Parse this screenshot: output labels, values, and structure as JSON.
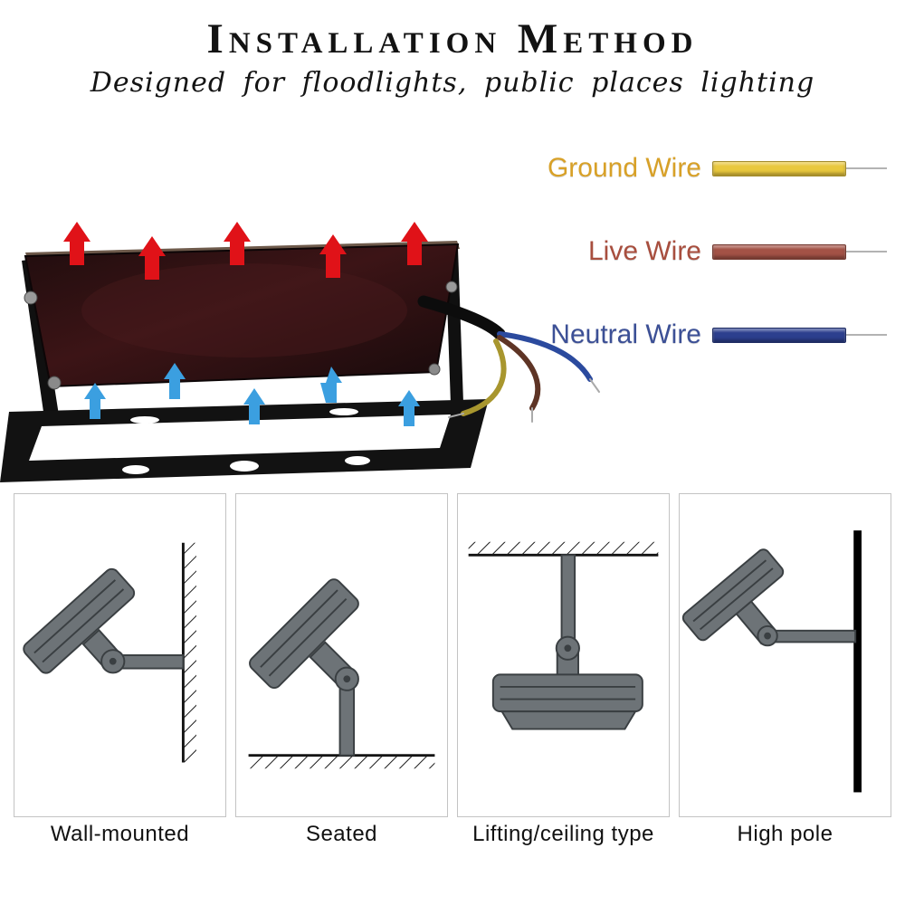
{
  "header": {
    "title": "Installation Method",
    "subtitle": "Designed for floodlights, public places lighting"
  },
  "product": {
    "icon": "floodlight-with-bracket-photo",
    "top_arrow_color": "#e01218",
    "bottom_arrow_color": "#3b9fe0"
  },
  "wires": {
    "items": [
      {
        "label": "Ground Wire",
        "label_color": "#d8a128",
        "wire_color": "#e9c83e"
      },
      {
        "label": "Live Wire",
        "label_color": "#a84e3e",
        "wire_color": "#a35246"
      },
      {
        "label": "Neutral Wire",
        "label_color": "#3c5096",
        "wire_color": "#2c3f8e"
      }
    ]
  },
  "mounts": {
    "items": [
      {
        "label": "Wall-mounted"
      },
      {
        "label": "Seated"
      },
      {
        "label": "Lifting/ceiling type"
      },
      {
        "label": "High pole"
      }
    ]
  }
}
